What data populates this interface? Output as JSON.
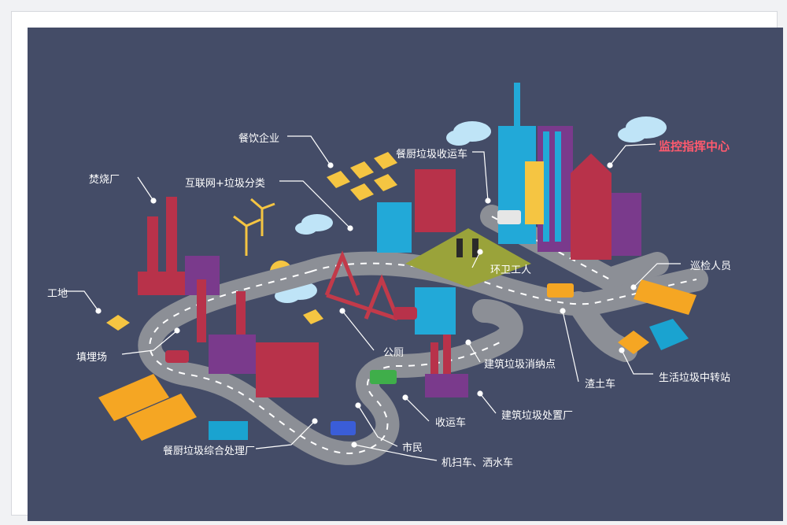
{
  "colors": {
    "background": "#444c67",
    "label": "#ffffff",
    "highlight": "#ff5a6e",
    "road": "#8c8f96",
    "building_red": "#b8324a",
    "building_purple": "#7a3a8c",
    "building_blue": "#22a9d8",
    "window_yellow": "#f5c542"
  },
  "labels": {
    "canyin_qiye": "餐饮企业",
    "fenshao_chang": "焚烧厂",
    "hulianwang": "互联网+垃圾分类",
    "canchu_shouyun": "餐厨垃圾收运车",
    "jiankong": "监控指挥中心",
    "gongdi": "工地",
    "tianmai": "填埋场",
    "huanwei": "环卫工人",
    "xunjian": "巡检人员",
    "gongce": "公厕",
    "jianzhu_xiaona": "建筑垃圾消纳点",
    "zhatu": "渣土车",
    "zhongzhuan": "生活垃圾中转站",
    "jianzhu_chuli": "建筑垃圾处置厂",
    "shouyun": "收运车",
    "canchu_chuli": "餐厨垃圾综合处理厂",
    "shimin": "市民",
    "jisao": "机扫车、洒水车"
  }
}
